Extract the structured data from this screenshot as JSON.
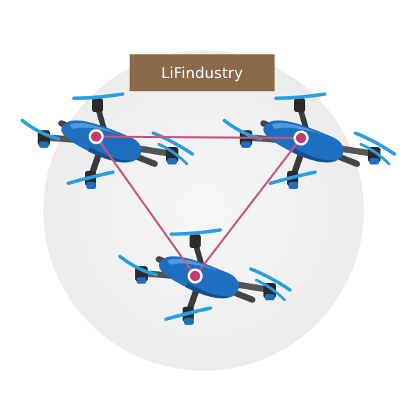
{
  "brand": {
    "label": "LiFindustry",
    "color": "#8a6a4b"
  },
  "colors": {
    "circle_fill": "#f2f2f2",
    "link_line": "#c9567f",
    "node_fill": "#c9386f",
    "drone_body": "#1f6fc0",
    "drone_arm": "#3f3f3f",
    "propeller": "#2a9fe0"
  },
  "diagram": {
    "nodes": [
      "drone-top-left",
      "drone-top-right",
      "drone-bottom"
    ],
    "links": [
      [
        "drone-top-left",
        "drone-top-right"
      ],
      [
        "drone-top-right",
        "drone-bottom"
      ],
      [
        "drone-bottom",
        "drone-top-left"
      ]
    ],
    "icon": "drone-icon"
  }
}
